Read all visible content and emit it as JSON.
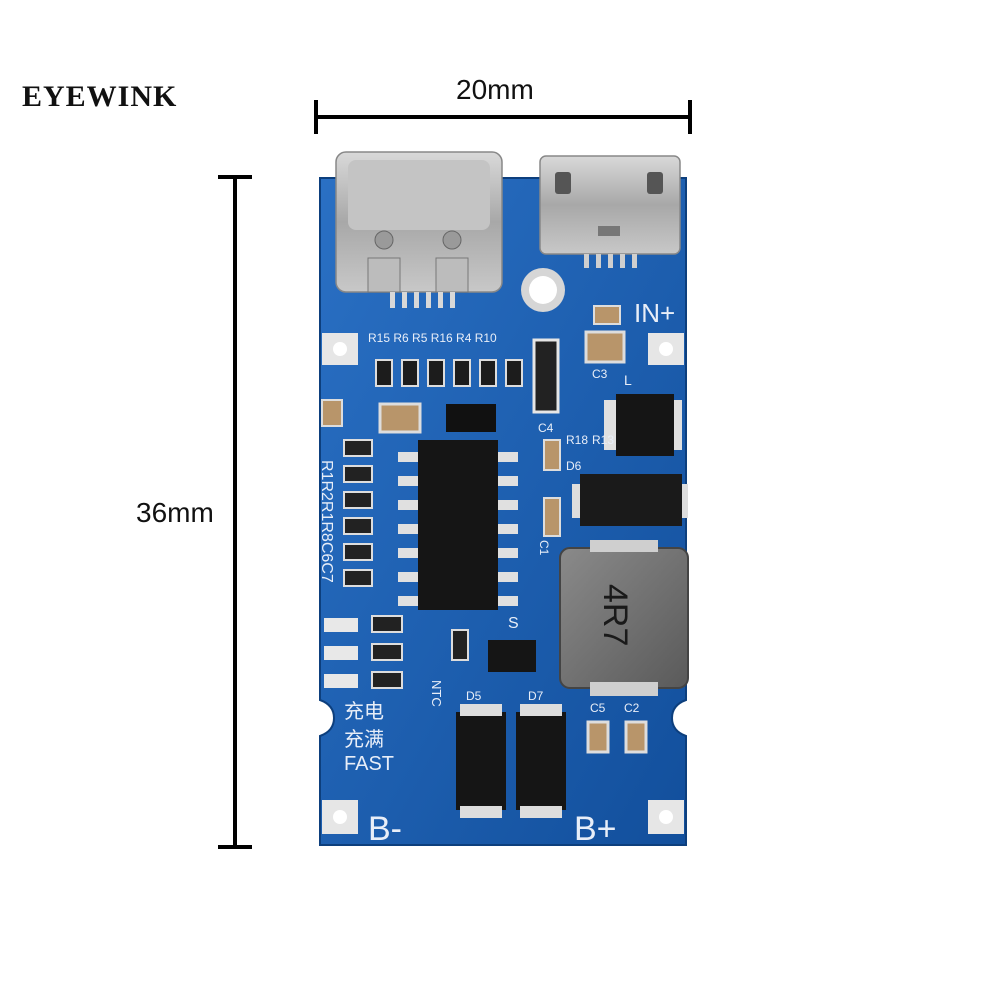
{
  "brand": {
    "text": "EYEWINK"
  },
  "dimensions": {
    "width_label": "20mm",
    "height_label": "36mm"
  },
  "board": {
    "labels": {
      "in_plus": "IN+",
      "b_minus": "B-",
      "b_plus": "B+",
      "fast": "FAST",
      "charging": "充电",
      "full": "充满",
      "ntc": "NTC",
      "inductor": "4R7",
      "resistor_row": "R15 R6 R5 R16 R4 R10",
      "c4": "C4",
      "c3": "C3",
      "c2": "C2",
      "c5": "C5",
      "c1": "C1",
      "r18": "R18",
      "r13": "R13",
      "d6": "D6",
      "d5": "D5",
      "d7": "D7",
      "s": "S",
      "l": "L",
      "side_labels": "R1R2R1R8C6C7"
    }
  },
  "colors": {
    "pcb": "#1a5fb4",
    "pcb_dark": "#0f4a94",
    "pad": "#e6e6e6",
    "chip": "#151515",
    "inductor": "#6e6e6e",
    "background": "#ffffff"
  }
}
